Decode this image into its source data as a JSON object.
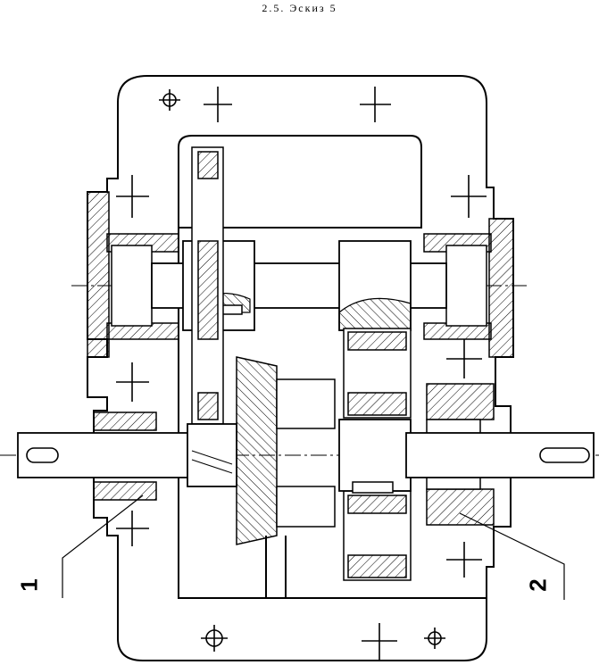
{
  "caption": "2.5. Эскиз 5",
  "callouts": [
    {
      "id": "1",
      "label": "1"
    },
    {
      "id": "2",
      "label": "2"
    }
  ],
  "colors": {
    "line": "#000000",
    "paper": "#ffffff"
  }
}
